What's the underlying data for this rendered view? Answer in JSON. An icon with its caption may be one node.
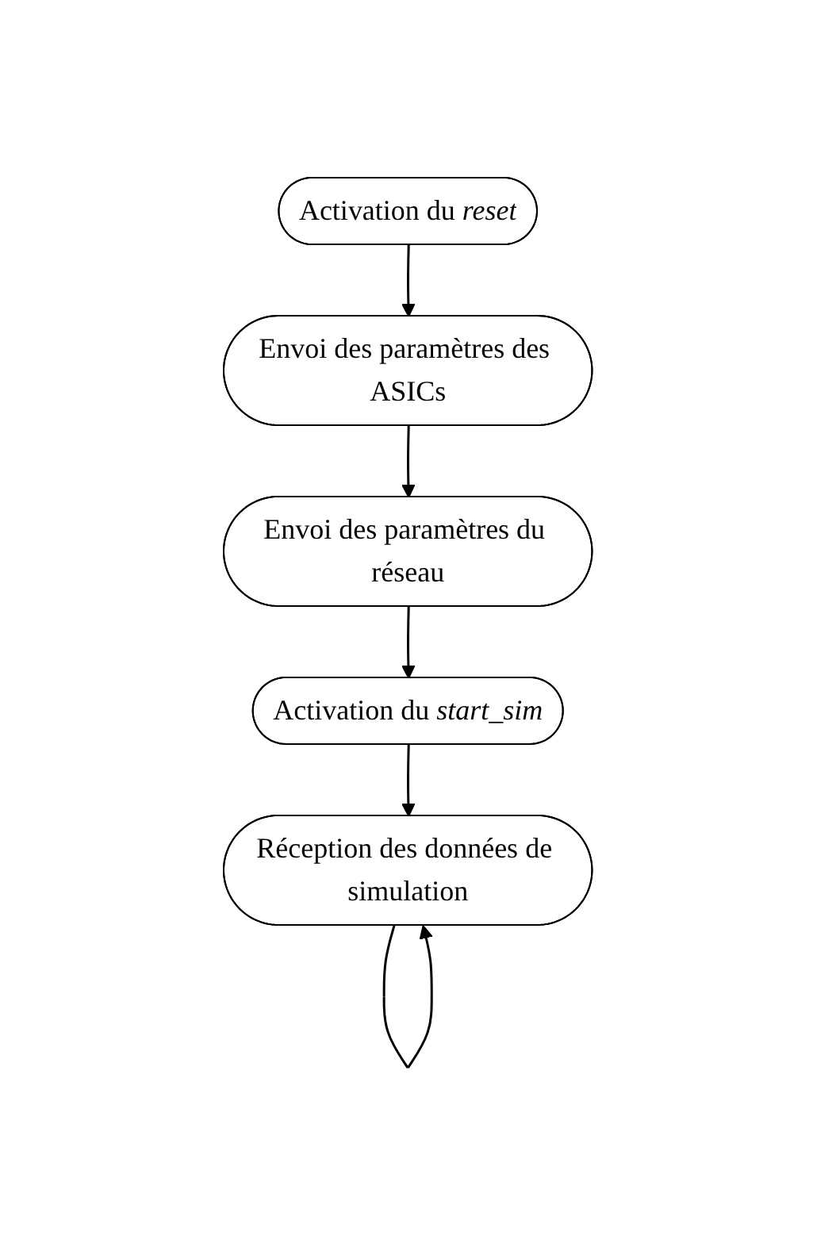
{
  "diagram": {
    "nodes": [
      {
        "text": [
          "Activation du *reset*"
        ]
      },
      {
        "text": [
          "Envoi des paramètres des ASICs"
        ]
      },
      {
        "text": [
          "Envoi des paramètres du réseau"
        ]
      },
      {
        "text": [
          "Activation du *start_sim*"
        ]
      },
      {
        "text": [
          "Réception des données de simulation"
        ]
      }
    ],
    "edges": [
      {
        "from": 0,
        "to": 1,
        "arrow": "to"
      },
      {
        "from": 1,
        "to": 2,
        "arrow": "to"
      },
      {
        "from": 2,
        "to": 3,
        "arrow": "to"
      },
      {
        "from": 3,
        "to": 4,
        "arrow": "to"
      },
      {
        "from": 4,
        "to": 4,
        "arrow": "to"
      }
    ]
  }
}
